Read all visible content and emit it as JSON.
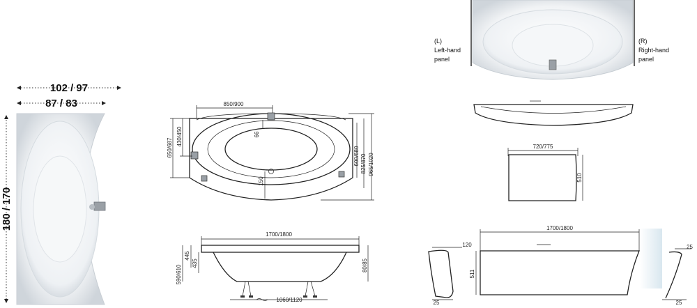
{
  "photo": {
    "width_label": "102 / 97",
    "inner_width_label": "87 / 83",
    "length_label": "180 / 170"
  },
  "top_view": {
    "overall_width": "850/900",
    "h1": "650/687",
    "h2": "430/450",
    "h3": "600/680",
    "h4": "825/870",
    "h5": "965/1020",
    "d1": "66",
    "d2": "150"
  },
  "side_view": {
    "length": "1700/1800",
    "bottom_length": "1060/1120",
    "h_total": "590/610",
    "h1": "445",
    "h2": "435",
    "h_right": "80/85"
  },
  "hand": {
    "left_code": "(L)",
    "left_line1": "Left-hand",
    "left_line2": "panel",
    "right_code": "(R)",
    "right_line1": "Right-hand",
    "right_line2": "panel"
  },
  "side_panel": {
    "width": "720/775",
    "height": "510"
  },
  "front_panel": {
    "length": "1700/1800",
    "top": "120",
    "height": "511",
    "bottom_left": "25",
    "right_top": "25",
    "right_bottom": "25"
  },
  "colors": {
    "line": "#222222",
    "bath_fill": "#ffffff",
    "bath_shadow": "#d8dde2",
    "accent": "#8fb4c8"
  }
}
